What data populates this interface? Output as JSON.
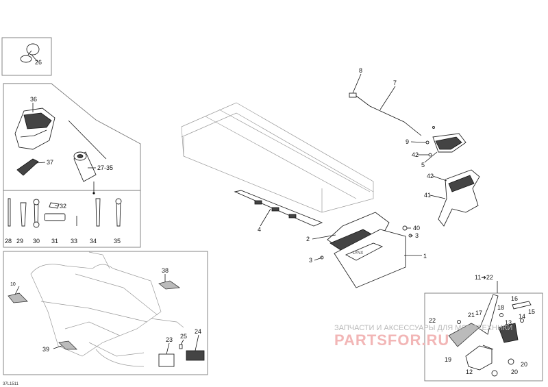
{
  "diagram_code": "37L1511",
  "callouts": {
    "c1": "1",
    "c2": "2",
    "c3a": "3",
    "c3b": "3",
    "c4": "4",
    "c5": "5",
    "c7": "7",
    "c8": "8",
    "c9": "9",
    "c10": "10",
    "c11_22": "11➔22",
    "c12": "12",
    "c13": "13",
    "c14": "14",
    "c15": "15",
    "c16": "16",
    "c17": "17",
    "c18": "18",
    "c19": "19",
    "c20a": "20",
    "c20b": "20",
    "c21": "21",
    "c22": "22",
    "c23": "23",
    "c24": "24",
    "c25": "25",
    "c26": "26",
    "c27_35": "27-35",
    "c28": "28",
    "c29": "29",
    "c30": "30",
    "c31": "31",
    "c32": "32",
    "c33": "33",
    "c34": "34",
    "c35": "35",
    "c36": "36",
    "c37": "37",
    "c38": "38",
    "c39": "39",
    "c40": "40",
    "c41": "41",
    "c42a": "42",
    "c42b": "42"
  },
  "watermark": {
    "line1": "ЗАПЧАСТИ И АКСЕССУАРЫ ДЛЯ МОТОТЕХНИКИ",
    "line2": "PARTSFOR.RU"
  },
  "flap_logo": "LYNX"
}
